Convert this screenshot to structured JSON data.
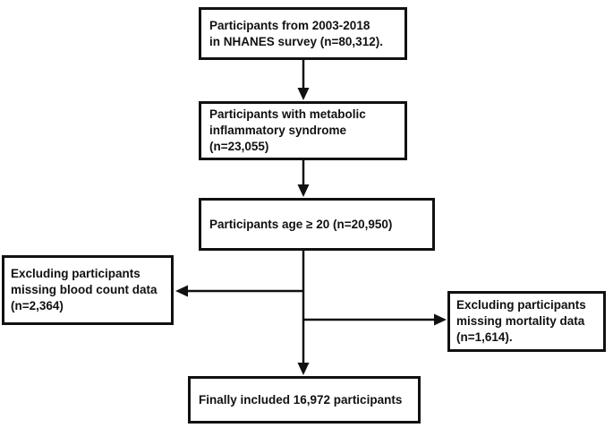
{
  "flowchart": {
    "box_top": {
      "lines": [
        "Participants from 2003-2018",
        "in NHANES survey (n=80,312)."
      ]
    },
    "box_metabolic": {
      "lines": [
        "Participants with metabolic",
        "inflammatory syndrome",
        "(n=23,055)"
      ]
    },
    "box_age": {
      "lines": [
        "Participants age ≥ 20 (n=20,950)"
      ]
    },
    "box_excl_blood": {
      "lines": [
        "Excluding participants",
        "missing blood count data",
        "(n=2,364)"
      ]
    },
    "box_excl_mortality": {
      "lines": [
        "Excluding participants",
        "missing mortality data",
        "(n=1,614)."
      ]
    },
    "box_final": {
      "lines": [
        "Finally included 16,972 participants"
      ]
    },
    "colors": {
      "line": "#111111",
      "border": "#111111",
      "text": "#111111",
      "background": "#ffffff"
    }
  }
}
